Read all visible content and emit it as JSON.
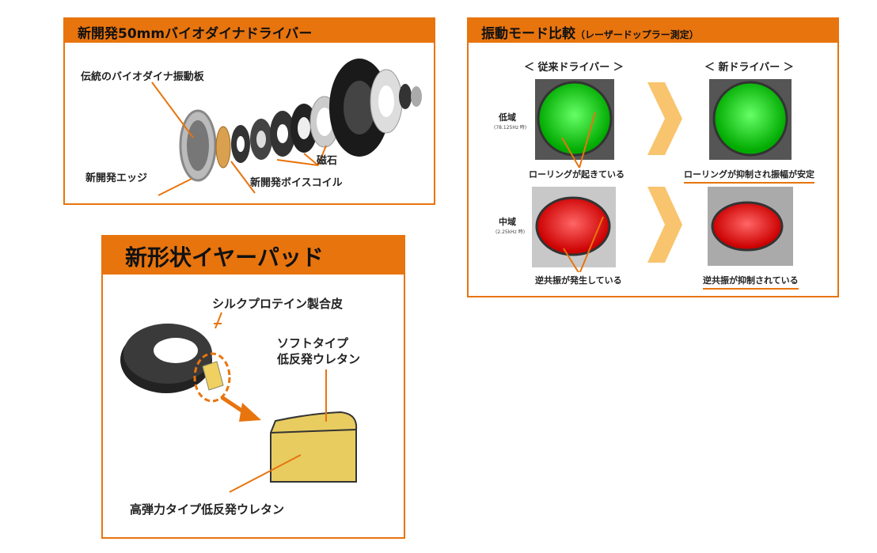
{
  "driver_panel": {
    "title": "新開発50mmバイオダイナドライバー",
    "labels": {
      "diaphragm": "伝統のバイオダイナ振動板",
      "edge": "新開発エッジ",
      "voice_coil": "新開発ボイスコイル",
      "magnet": "磁石"
    }
  },
  "vibration_panel": {
    "title": "振動モード比較",
    "subtitle": "（レーザードップラー測定）",
    "col_old": "＜ 従来ドライバー ＞",
    "col_new": "＜ 新ドライバー ＞",
    "rows": [
      {
        "band": "低域",
        "freq": "(78.125Hz 時)",
        "old_caption": "ローリングが起きている",
        "new_caption": "ローリングが抑制され振幅が安定"
      },
      {
        "band": "中域",
        "freq": "(2.25kHz 時)",
        "old_caption": "逆共振が発生している",
        "new_caption": "逆共振が抑制されている"
      }
    ]
  },
  "earpad_panel": {
    "title": "新形状イヤーパッド",
    "labels": {
      "leather": "シルクプロテイン製合皮",
      "soft_line1": "ソフトタイプ",
      "soft_line2": "低反発ウレタン",
      "high": "高弾力タイプ低反発ウレタン"
    }
  },
  "colors": {
    "accent": "#e8740e"
  }
}
